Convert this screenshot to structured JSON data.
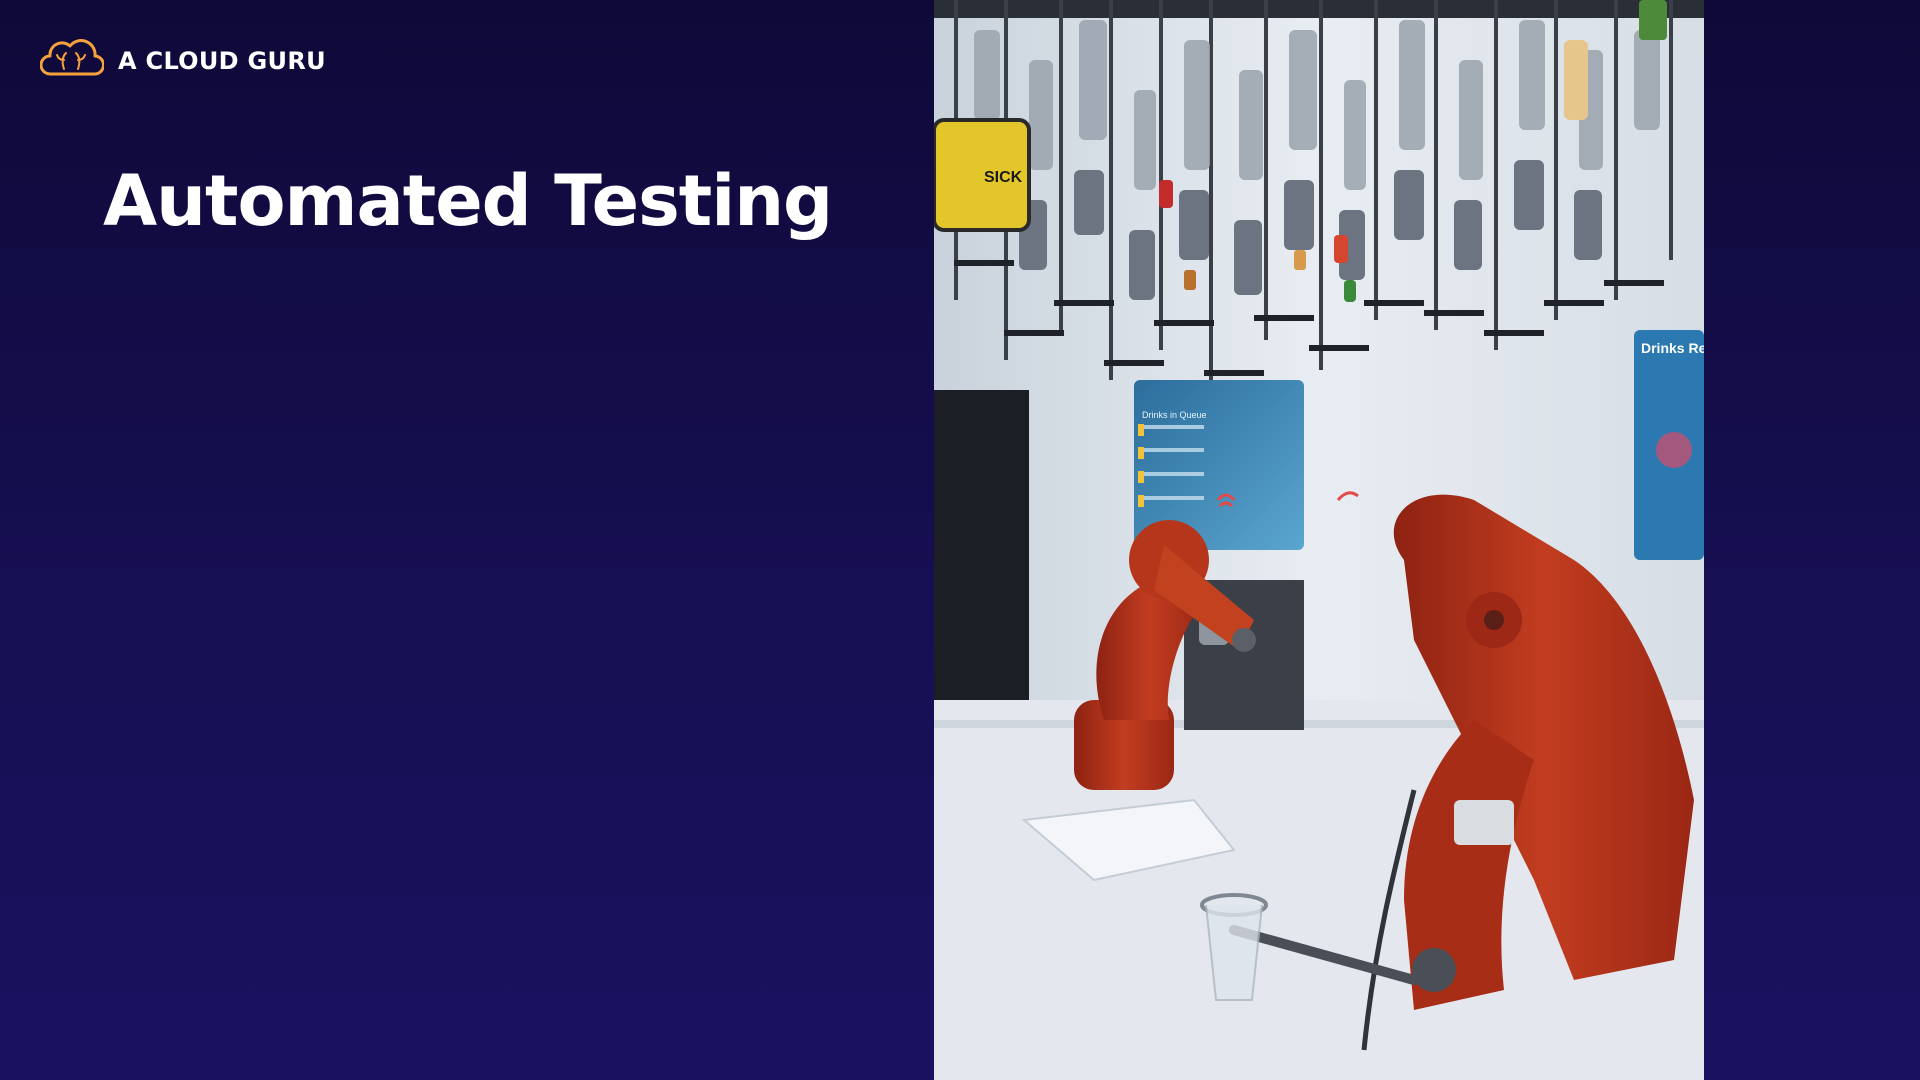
{
  "logo": {
    "icon": "cloud-icon",
    "brand": "A CLOUD GURU"
  },
  "slide": {
    "title": "Automated Testing"
  },
  "photo": {
    "sensor_label": "SICK",
    "queue_heading": "Drinks in Queue",
    "side_sign": "Drinks Re"
  },
  "colors": {
    "background_top": "#0f0939",
    "background_bottom": "#1a1260",
    "accent_orange": "#f5a23d",
    "robot_red": "#b8321c"
  }
}
